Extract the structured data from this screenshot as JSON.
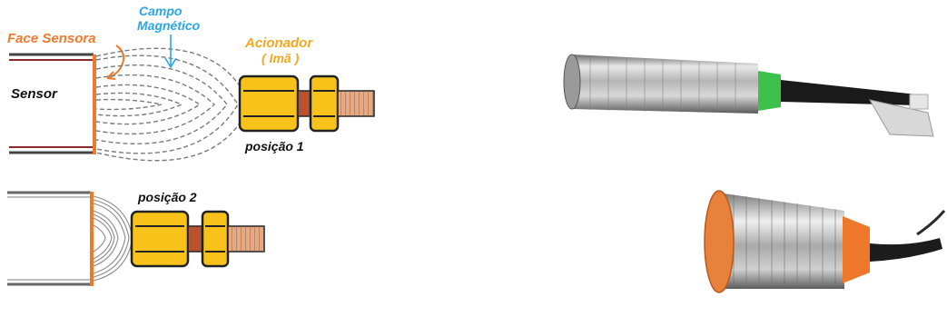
{
  "labels": {
    "face_sensora": "Face Sensora",
    "campo_line1": "Campo",
    "campo_line2": "Magnético",
    "acionador_line1": "Acionador",
    "acionador_line2": "( Imã )",
    "sensor": "Sensor",
    "posicao1": "posição 1",
    "posicao2": "posição 2"
  },
  "colors": {
    "face_label": "#f07a2c",
    "field_label": "#2aa6e8",
    "actuator_label": "#f0a81c",
    "actuator_fill": "#f8c21a",
    "sensor_face": "#f07a2c",
    "sensor_body_lines": "#8a2a2a",
    "field_lines": "#7a7a7a",
    "spring": "#c0502a",
    "sensor2_cap": "#e8823a",
    "sensor1_accent": "#3cc24a"
  }
}
